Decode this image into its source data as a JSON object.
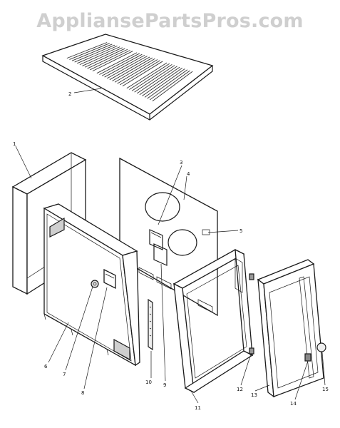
{
  "watermark": "AppliansePartsPros.com",
  "callouts": [
    "1",
    "2",
    "3",
    "4",
    "5",
    "6",
    "7",
    "8",
    "9",
    "10",
    "11",
    "12",
    "13",
    "14",
    "15"
  ]
}
